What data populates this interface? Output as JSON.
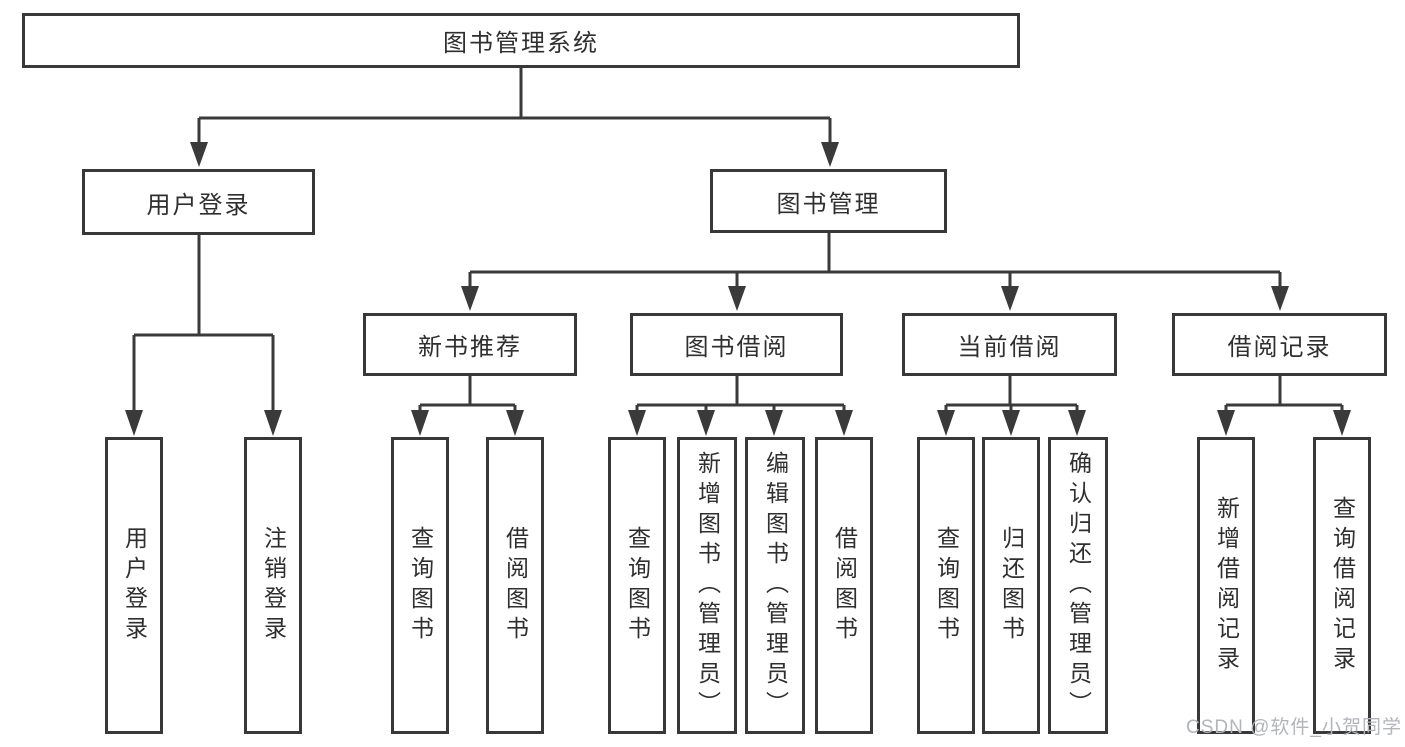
{
  "diagram": {
    "type": "tree",
    "watermark": "CSDN @软件_小贺同学",
    "colors": {
      "line": "#3a3a3a",
      "box_border": "#383838",
      "text": "#2f2f2f",
      "watermark": "#b2b5b9",
      "background": "#ffffff"
    },
    "nodes": {
      "root": {
        "label": "图书管理系统"
      },
      "user_login": {
        "label": "用户登录"
      },
      "book_mgmt": {
        "label": "图书管理"
      },
      "leaf_user_login": {
        "label": "用户登录"
      },
      "leaf_logout": {
        "label": "注销登录"
      },
      "new_book_rec": {
        "label": "新书推荐"
      },
      "book_borrow": {
        "label": "图书借阅"
      },
      "current_borrow": {
        "label": "当前借阅"
      },
      "borrow_records": {
        "label": "借阅记录"
      },
      "rec_query_books": {
        "label": "查询图书"
      },
      "rec_borrow_books": {
        "label": "借阅图书"
      },
      "bor_query_books": {
        "label": "查询图书"
      },
      "bor_add_books": {
        "label": "新增图书（管理员）"
      },
      "bor_edit_books": {
        "label": "编辑图书（管理员）"
      },
      "bor_borrow_books": {
        "label": "借阅图书"
      },
      "cur_query_books": {
        "label": "查询图书"
      },
      "cur_return_books": {
        "label": "归还图书"
      },
      "cur_confirm_return": {
        "label": "确认归还（管理员）"
      },
      "recs_add_record": {
        "label": "新增借阅记录"
      },
      "recs_query_record": {
        "label": "查询借阅记录"
      }
    },
    "edges": [
      {
        "from": "root",
        "to": "user_login"
      },
      {
        "from": "root",
        "to": "book_mgmt"
      },
      {
        "from": "user_login",
        "to": "leaf_user_login"
      },
      {
        "from": "user_login",
        "to": "leaf_logout"
      },
      {
        "from": "book_mgmt",
        "to": "new_book_rec"
      },
      {
        "from": "book_mgmt",
        "to": "book_borrow"
      },
      {
        "from": "book_mgmt",
        "to": "current_borrow"
      },
      {
        "from": "book_mgmt",
        "to": "borrow_records"
      },
      {
        "from": "new_book_rec",
        "to": "rec_query_books"
      },
      {
        "from": "new_book_rec",
        "to": "rec_borrow_books"
      },
      {
        "from": "book_borrow",
        "to": "bor_query_books"
      },
      {
        "from": "book_borrow",
        "to": "bor_add_books"
      },
      {
        "from": "book_borrow",
        "to": "bor_edit_books"
      },
      {
        "from": "book_borrow",
        "to": "bor_borrow_books"
      },
      {
        "from": "current_borrow",
        "to": "cur_query_books"
      },
      {
        "from": "current_borrow",
        "to": "cur_return_books"
      },
      {
        "from": "current_borrow",
        "to": "cur_confirm_return"
      },
      {
        "from": "borrow_records",
        "to": "recs_add_record"
      },
      {
        "from": "borrow_records",
        "to": "recs_query_record"
      }
    ]
  }
}
